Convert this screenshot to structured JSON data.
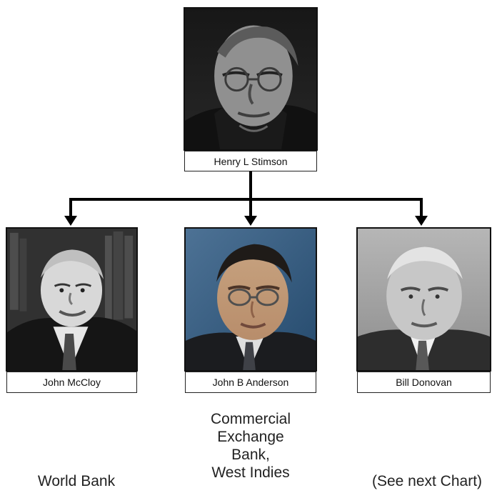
{
  "diagram": {
    "root": {
      "name": "Henry L Stimson",
      "photo": "portrait-photo-grayscale"
    },
    "children": [
      {
        "name": "John McCloy",
        "affiliation": "World Bank",
        "photo": "portrait-photo-grayscale"
      },
      {
        "name": "John B Anderson",
        "affiliation": "Commercial\nExchange\nBank,\nWest Indies",
        "photo": "portrait-photo-color"
      },
      {
        "name": "Bill Donovan",
        "affiliation": "(See next Chart)",
        "photo": "portrait-photo-grayscale"
      }
    ]
  },
  "colors": {
    "connector": "#000000",
    "frame": "#111111",
    "label_bg": "#ffffff",
    "text": "#222222"
  }
}
